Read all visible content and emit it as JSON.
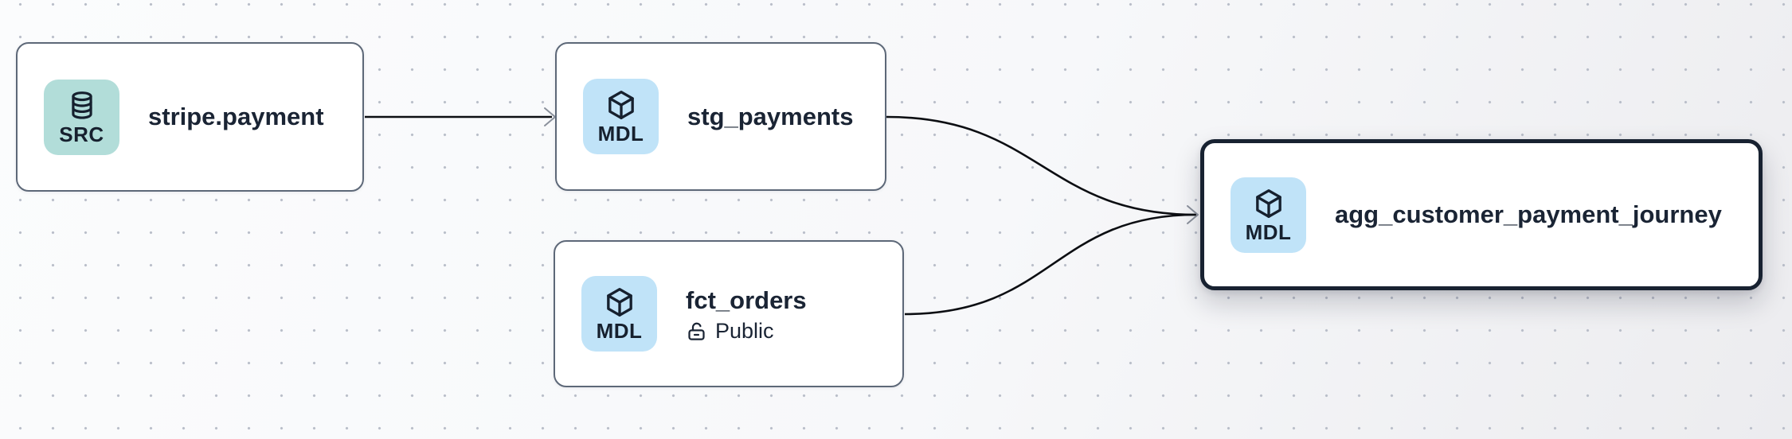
{
  "graph": {
    "nodes": [
      {
        "label": "stripe.payment",
        "badge": "SRC",
        "icon": "database-icon",
        "kind": "source",
        "selected": false
      },
      {
        "label": "stg_payments",
        "badge": "MDL",
        "icon": "cube-icon",
        "kind": "model",
        "selected": false
      },
      {
        "label": "fct_orders",
        "badge": "MDL",
        "icon": "cube-icon",
        "kind": "model",
        "access": "Public",
        "access_icon": "lock-open-icon",
        "selected": false
      },
      {
        "label": "agg_customer_payment_journey",
        "badge": "MDL",
        "icon": "cube-icon",
        "kind": "model",
        "selected": true
      }
    ],
    "edges": [
      {
        "from": "stripe.payment",
        "to": "stg_payments"
      },
      {
        "from": "stg_payments",
        "to": "agg_customer_payment_journey"
      },
      {
        "from": "fct_orders",
        "to": "agg_customer_payment_journey"
      }
    ]
  },
  "colors": {
    "canvas_bg": "#f8f9fb",
    "grid_dot": "#b9bec9",
    "node_bg": "#ffffff",
    "node_border": "#5d6878",
    "selected_node_border": "#182231",
    "text": "#1a2434",
    "badge_src_bg": "#b2ddd9",
    "badge_mdl_bg": "#c0e3f8",
    "edge": "#0c0e12",
    "arrowhead": "#8b919c"
  }
}
